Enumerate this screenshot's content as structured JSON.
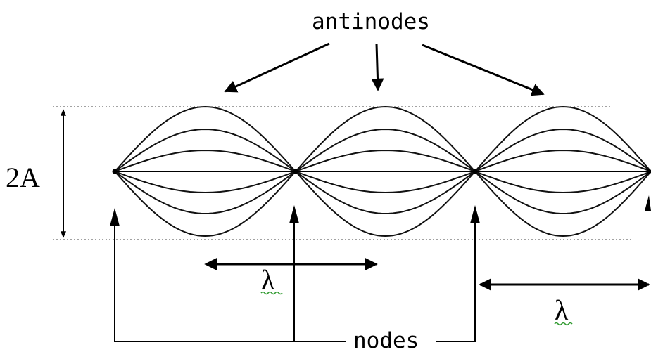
{
  "labels": {
    "antinodes": "antinodes",
    "nodes": "nodes",
    "amplitude": "2A",
    "wavelength_1": "λ",
    "wavelength_2": "λ"
  }
}
